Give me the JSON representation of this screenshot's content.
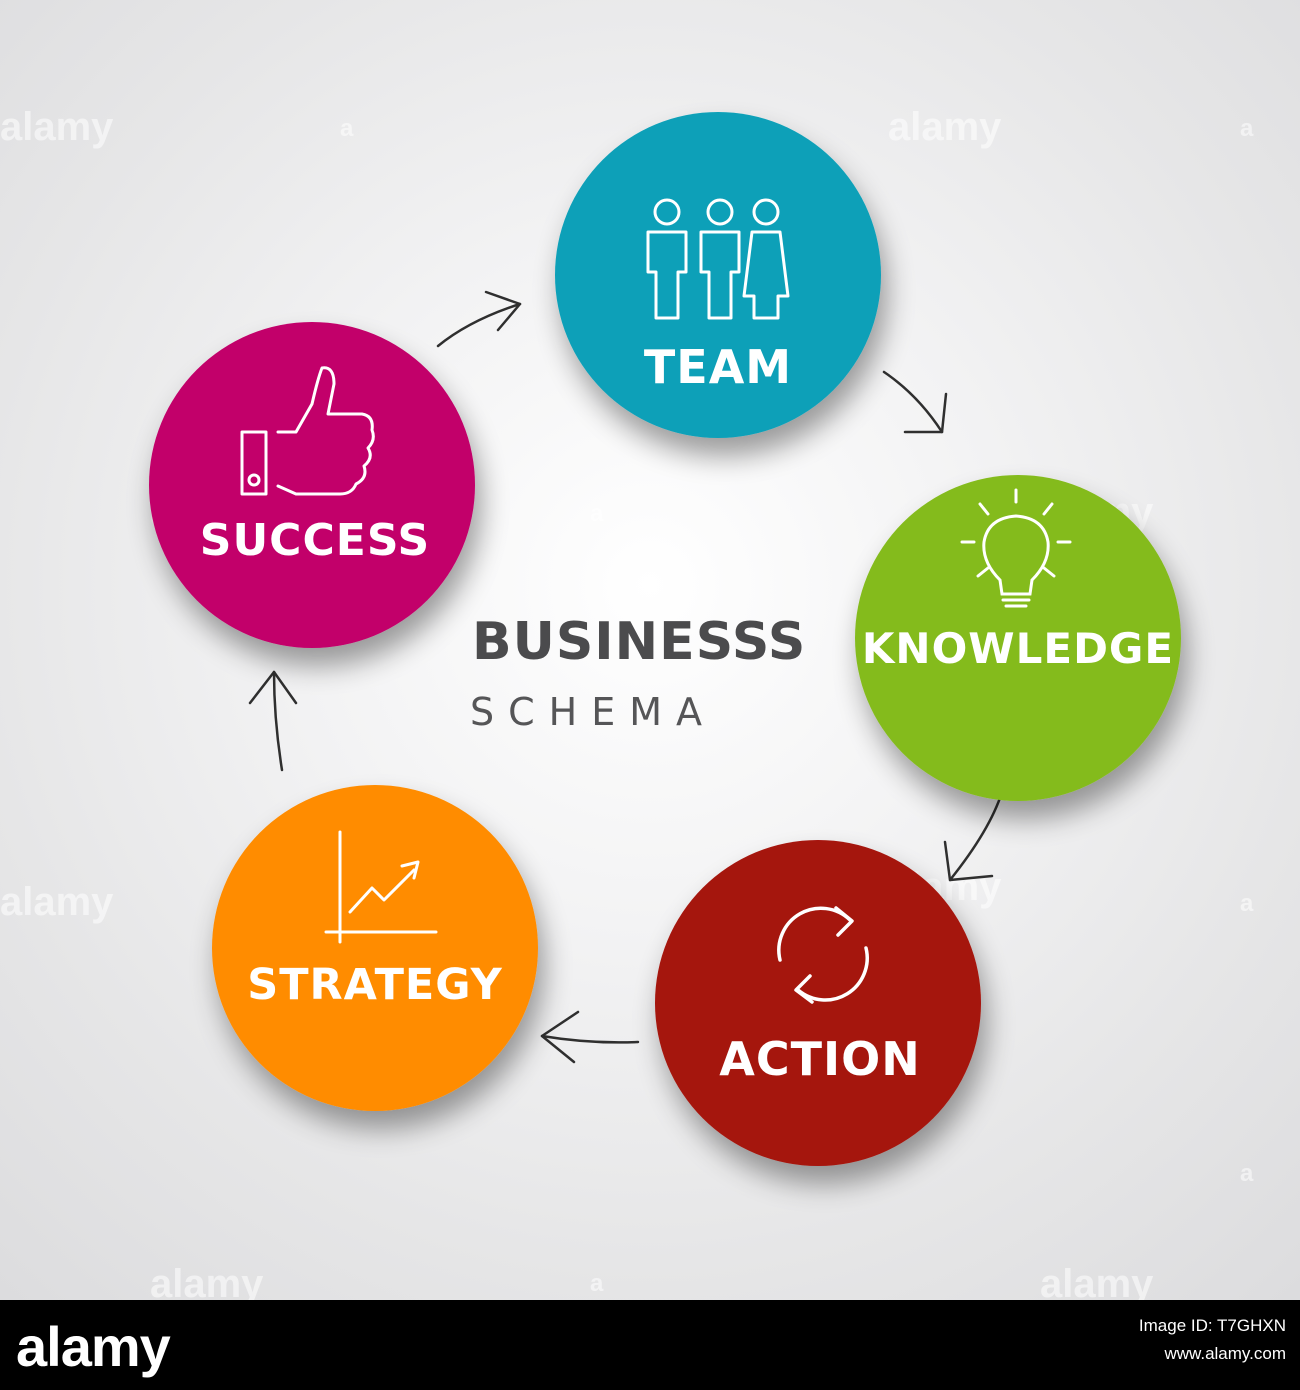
{
  "title": {
    "main": "BUSINESSS",
    "sub": "SCHEMA"
  },
  "steps": [
    {
      "label": "TEAM",
      "icon": "team-icon",
      "color": "#0aa0b8"
    },
    {
      "label": "KNOWLEDGE",
      "icon": "lightbulb-icon",
      "color": "#84bb1f"
    },
    {
      "label": "ACTION",
      "icon": "refresh-icon",
      "color": "#a5130b"
    },
    {
      "label": "STRATEGY",
      "icon": "growth-chart-icon",
      "color": "#ff8c00"
    },
    {
      "label": "SUCCESS",
      "icon": "thumbs-up-icon",
      "color": "#c2006a"
    }
  ],
  "watermark": {
    "text": "alamy",
    "glyph": "a"
  },
  "footer": {
    "brand": "alamy",
    "image_id_label": "Image ID: T7GHXN",
    "site": "www.alamy.com"
  }
}
